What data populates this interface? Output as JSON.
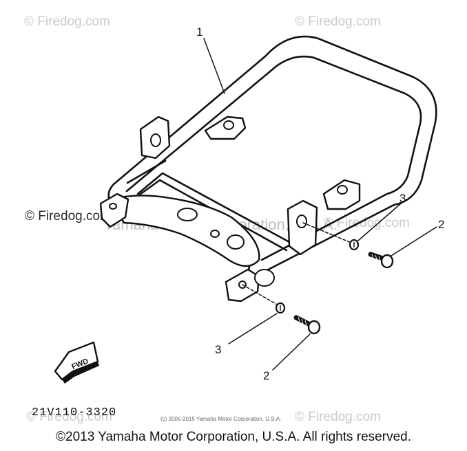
{
  "watermarks": {
    "top_left": "© Firedog.com",
    "top_right": "© Firedog.com",
    "mid_left": "© Firedog.com",
    "mid_right": "© Firedog.com",
    "bottom_left": "© Firedog.com",
    "bottom_right": "© Firedog.com",
    "band": "Yamaha Motor Corporation, U.S.A."
  },
  "callouts": {
    "frame": "1",
    "bolt_right": "2",
    "bolt_lower": "2",
    "washer_right": "3",
    "washer_lower": "3"
  },
  "fwd_label": "FWD",
  "part_code": "21V110-3320",
  "small_copyright": "(c) 2005-2015 Yamaha Motor Corporation, U.S.A.",
  "footer": "©2013 Yamaha Motor Corporation, U.S.A. All rights reserved."
}
